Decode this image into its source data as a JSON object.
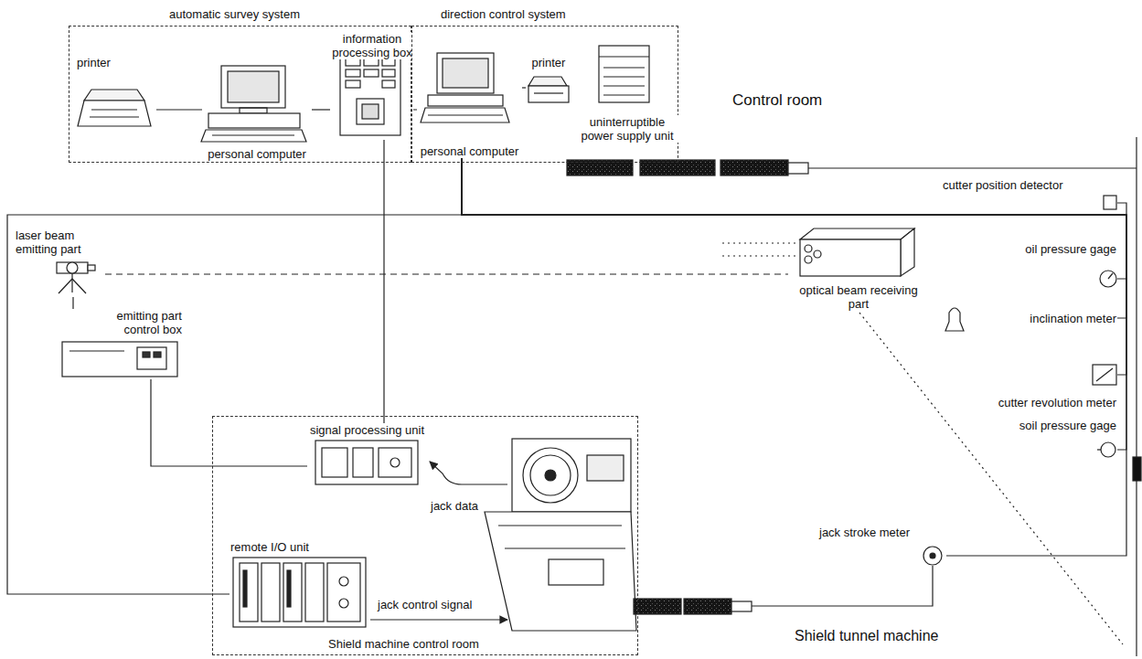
{
  "diagram": {
    "nodes": [
      {
        "text": [
          "automatic survey system"
        ]
      },
      {
        "text": [
          "direction control system"
        ]
      },
      {
        "text": [
          "printer"
        ],
        "in": 0
      },
      {
        "text": [
          "personal computer"
        ],
        "in": 0
      },
      {
        "text": [
          "information processing box"
        ],
        "in": 0
      },
      {
        "text": [
          "personal computer"
        ],
        "in": 1
      },
      {
        "text": [
          "printer"
        ],
        "in": 1
      },
      {
        "text": [
          "uninterruptible power supply unit"
        ],
        "in": 1
      },
      {
        "text": [
          "laser beam emitting part"
        ]
      },
      {
        "text": [
          "emitting part control box"
        ]
      },
      {
        "text": [
          "Shield machine control room"
        ]
      },
      {
        "text": [
          "signal processing unit"
        ],
        "in": 10
      },
      {
        "text": [
          "remote I/O unit"
        ],
        "in": 10
      },
      {
        "text": [
          "cutter position detector"
        ]
      },
      {
        "text": [
          "optical beam receiving part"
        ]
      },
      {
        "text": [
          "oil pressure gage"
        ]
      },
      {
        "text": [
          "inclination meter"
        ]
      },
      {
        "text": [
          "cutter revolution meter"
        ]
      },
      {
        "text": [
          "soil pressure gage"
        ]
      },
      {
        "text": [
          "jack stroke meter"
        ]
      }
    ],
    "edges": [
      {
        "from": 2,
        "to": 3,
        "arrow": "none"
      },
      {
        "from": 3,
        "to": 4,
        "arrow": "none"
      },
      {
        "from": 4,
        "to": 5,
        "arrow": "none"
      },
      {
        "from": 5,
        "to": 6,
        "arrow": "none"
      },
      {
        "from": 4,
        "to": 11,
        "arrow": "none"
      },
      {
        "from": 5,
        "to": 12,
        "arrow": "none"
      },
      {
        "from": 8,
        "to": 9,
        "arrow": "none"
      },
      {
        "from": 9,
        "to": 11,
        "arrow": "none"
      },
      {
        "from": 8,
        "to": 14,
        "arrow": "none"
      },
      {
        "from": 5,
        "to": 13,
        "arrow": "none"
      },
      {
        "from": 5,
        "to": 15,
        "arrow": "none"
      },
      {
        "from": 5,
        "to": 16,
        "arrow": "none"
      },
      {
        "from": 5,
        "to": 17,
        "arrow": "none"
      },
      {
        "from": 5,
        "to": 18,
        "arrow": "none"
      },
      {
        "from": 5,
        "to": 19,
        "arrow": "none"
      }
    ],
    "labels": [
      "Control room",
      "jack data",
      "jack control signal",
      "Shield tunnel machine"
    ]
  }
}
